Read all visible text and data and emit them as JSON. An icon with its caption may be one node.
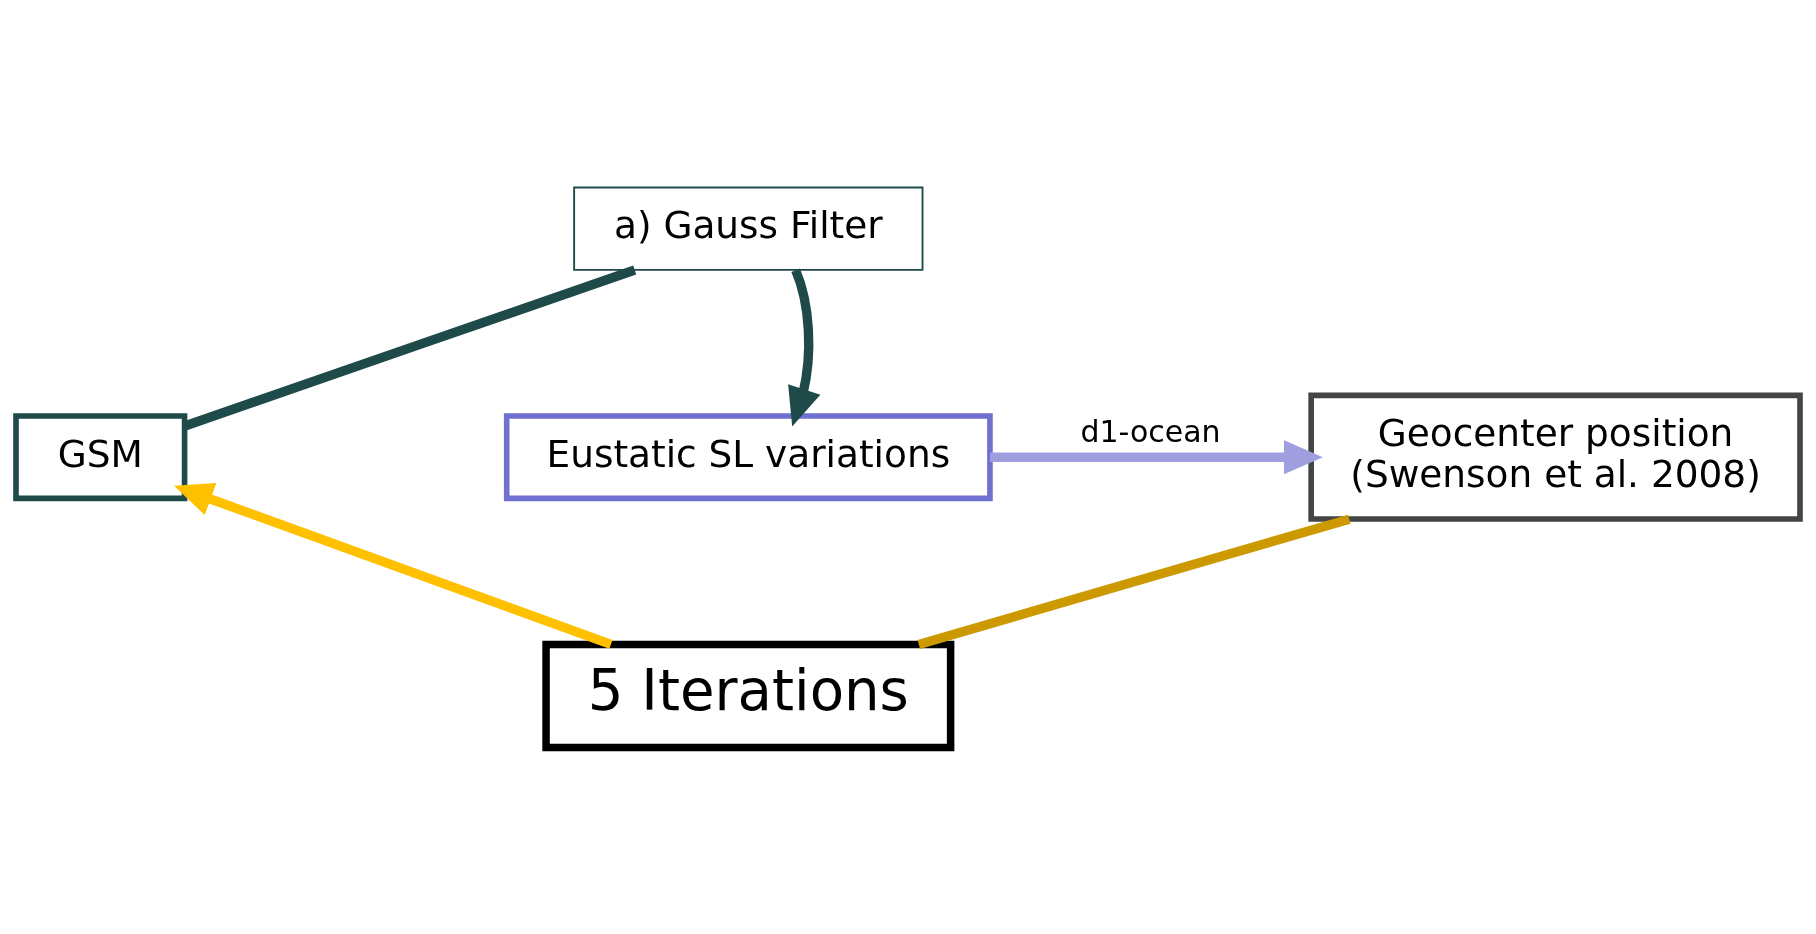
{
  "diagram": {
    "nodes": [
      {
        "text": [
          "GSM"
        ]
      },
      {
        "text": [
          "a) Gauss Filter"
        ]
      },
      {
        "text": [
          "Eustatic SL variations"
        ]
      },
      {
        "text": [
          "Geocenter position",
          "(Swenson et al. 2008)"
        ]
      },
      {
        "text": [
          "5 Iterations"
        ]
      }
    ],
    "edges": [
      {
        "from": 0,
        "to": 1,
        "arrow": "none",
        "color": "#1f4a4a"
      },
      {
        "from": 1,
        "to": 2,
        "arrow": "to",
        "color": "#1f4a4a"
      },
      {
        "from": 2,
        "to": 3,
        "label": "d1-ocean",
        "arrow": "to",
        "color": "#9f9fe0"
      },
      {
        "from": 3,
        "to": 4,
        "arrow": "none",
        "color": "#cc9900"
      },
      {
        "from": 4,
        "to": 0,
        "arrow": "to",
        "color": "#ffc000"
      }
    ]
  }
}
